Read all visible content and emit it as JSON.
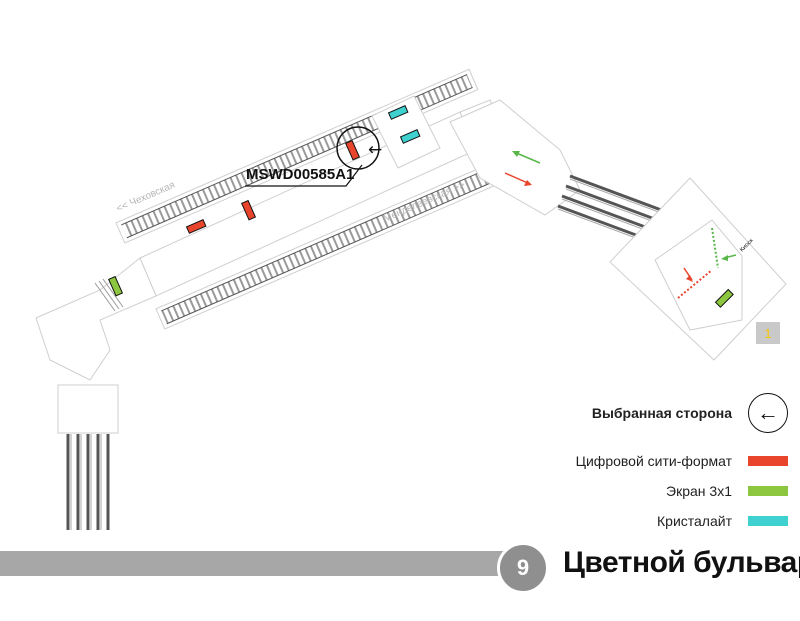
{
  "map": {
    "direction_top": "<< Чеховская",
    "direction_bottom": "Менделеевская >>",
    "surface_code": "MSWD00585A1",
    "selected_arrow": "←",
    "kiosk_label": "Киоск",
    "exit_number": "1"
  },
  "legend": {
    "selected_side": "Выбранная сторона",
    "selected_arrow": "←",
    "items": [
      {
        "label": "Цифровой сити-формат",
        "color": "#e8452c"
      },
      {
        "label": "Экран 3х1",
        "color": "#8dc63f"
      },
      {
        "label": "Кристалайт",
        "color": "#3fd0d0"
      }
    ]
  },
  "footer": {
    "line_number": "9",
    "station_name": "Цветной бульвар",
    "line_color": "#8f8f8f"
  }
}
